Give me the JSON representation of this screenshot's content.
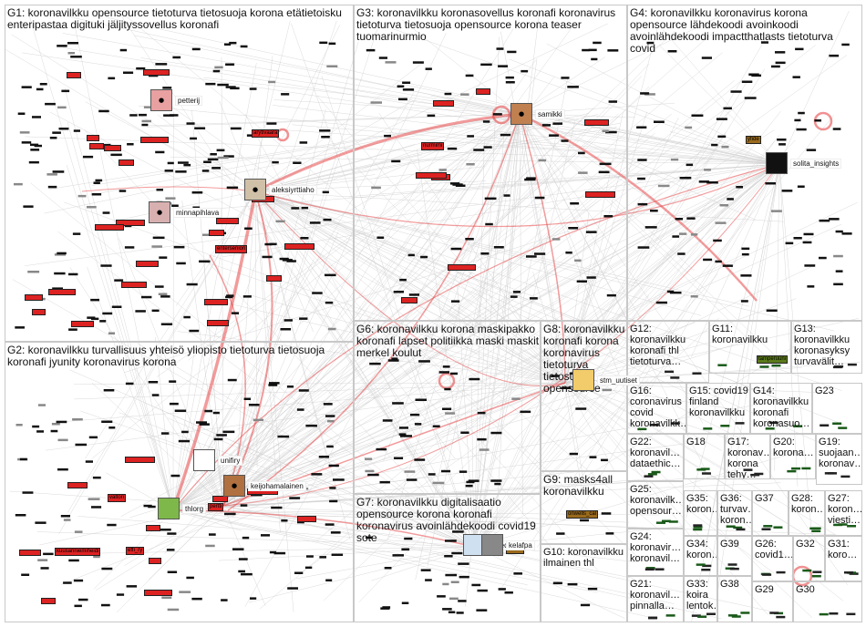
{
  "groups": [
    {
      "id": "G1",
      "terms": "G1: koronavilkku opensource tietoturva tietosuoja korona etätietoisku enteripastaa digituki jäljityssovellus koronafi"
    },
    {
      "id": "G2",
      "terms": "G2: koronavilkku turvallisuus yhteisö yliopisto tietoturva tietosuoja koronafi jyunity koronavirus korona"
    },
    {
      "id": "G3",
      "terms": "G3: koronavilkku koronasovellus koronafi koronavirus tietoturva tietosuoja opensource korona teaser tuomarinurmio"
    },
    {
      "id": "G4",
      "terms": "G4: koronavilkku koronavirus korona opensource lähdekoodi avoinkoodi avoinlähdekoodi impactthatlasts tietoturva covid"
    },
    {
      "id": "G6",
      "terms": "G6: koronavilkku korona maskipakko koronafi lapset politiikka maski maskit merkel koulut"
    },
    {
      "id": "G7",
      "terms": "G7: koronavilkku digitalisaatio opensource korona koronafi koronavirus avoinlähdekoodi covid19 sote"
    },
    {
      "id": "G8",
      "terms": "G8: koronavilkku koronafi korona koronavirus tietoturva tietosuoja opensource"
    },
    {
      "id": "G9",
      "terms": "G9: masks4all koronavilkku"
    },
    {
      "id": "G10",
      "terms": "G10: koronavilkku ilmainen thl"
    },
    {
      "id": "G11",
      "terms": "G11: koronavilkku"
    },
    {
      "id": "G12",
      "terms": "G12: koronavilkku koronafi thl tietoturva…"
    },
    {
      "id": "G13",
      "terms": "G13: koronavilkku koronasyksy turvavälit…"
    },
    {
      "id": "G14",
      "terms": "G14: koronavilkku koronafi koronasuo…"
    },
    {
      "id": "G15",
      "terms": "G15: covid19 finland koronavilkku"
    },
    {
      "id": "G16",
      "terms": "G16: coronavirus covid koronavilkk…"
    },
    {
      "id": "G17",
      "terms": "G17: koronav… korona tehy…"
    },
    {
      "id": "G18",
      "terms": "G18"
    },
    {
      "id": "G19",
      "terms": "G19: suojaan… koronav…"
    },
    {
      "id": "G20",
      "terms": "G20: korona…"
    },
    {
      "id": "G21",
      "terms": "G21: koronavil… pinnalla…"
    },
    {
      "id": "G22",
      "terms": "G22: koronavil… dataethic…"
    },
    {
      "id": "G23",
      "terms": "G23"
    },
    {
      "id": "G24",
      "terms": "G24: koronavir… koronavil…"
    },
    {
      "id": "G25",
      "terms": "G25: koronavilk… opensour…"
    },
    {
      "id": "G26",
      "terms": "G26: covid1…"
    },
    {
      "id": "G27",
      "terms": "G27: koron… viesti…"
    },
    {
      "id": "G28",
      "terms": "G28: koron…"
    },
    {
      "id": "G29",
      "terms": "G29"
    },
    {
      "id": "G30",
      "terms": "G30"
    },
    {
      "id": "G31",
      "terms": "G31: koro…"
    },
    {
      "id": "G32",
      "terms": "G32"
    },
    {
      "id": "G33",
      "terms": "G33: koira lentok…"
    },
    {
      "id": "G34",
      "terms": "G34: koron…"
    },
    {
      "id": "G35",
      "terms": "G35: koron…"
    },
    {
      "id": "G36",
      "terms": "G36: turvav… koron…"
    },
    {
      "id": "G37",
      "terms": "G37"
    },
    {
      "id": "G38",
      "terms": "G38"
    },
    {
      "id": "G39",
      "terms": "G39"
    }
  ],
  "users": [
    {
      "name": "petterij",
      "avatar": "portrait-avatar"
    },
    {
      "name": "aleksiyrttiaho",
      "avatar": "portrait-avatar"
    },
    {
      "name": "minnapihlava",
      "avatar": "portrait-avatar"
    },
    {
      "name": "samikki",
      "avatar": "portrait-avatar"
    },
    {
      "name": "solita_insights",
      "avatar": "logo-avatar"
    },
    {
      "name": "unifiry",
      "avatar": "logo-avatar"
    },
    {
      "name": "keijohamalainen",
      "avatar": "portrait-avatar"
    },
    {
      "name": "thlorg",
      "avatar": "logo-avatar"
    },
    {
      "name": "stm_uutiset",
      "avatar": "logo-avatar"
    },
    {
      "name": "sotedigi",
      "avatar": "logo-avatar"
    },
    {
      "name": "kelafpa",
      "avatar": "logo-avatar"
    }
  ],
  "tags": [
    "arytivaara",
    "nurmimi",
    "yfide",
    "enterseniori",
    "valtori",
    "kuusanniemiheidi",
    "effi_ry",
    "pertti",
    "thlorg",
    "tamperuuni",
    "onwells_cal",
    "minna",
    "unifi"
  ],
  "colors": {
    "edge": "#e8484a",
    "node": "#d42020",
    "border": "#c8c8c8",
    "brown": "#9a6a1c",
    "green": "#5a7a1a"
  }
}
